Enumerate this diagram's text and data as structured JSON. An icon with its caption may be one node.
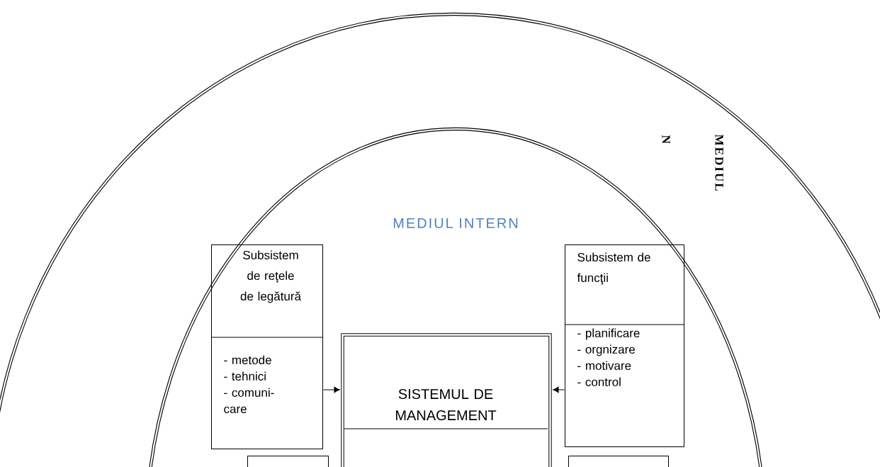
{
  "diagram": {
    "nodes": [
      {
        "text": [
          "MEDIUL",
          "N"
        ]
      },
      {
        "text": [
          "MEDIUL INTERN"
        ],
        "in": 0
      },
      {
        "text": [
          "Subsistem de reţele de legătură",
          "- metode",
          "- tehnici",
          "- comuni- care"
        ],
        "in": 1
      },
      {
        "text": [
          "SISTEMUL DE MANAGEMENT"
        ],
        "in": 1
      },
      {
        "text": [
          "Subsistem de funcţii",
          "- planificare",
          "- orgnizare",
          "- motivare",
          "- control"
        ],
        "in": 1
      },
      {
        "text": [],
        "shape": "box",
        "in": 1
      },
      {
        "text": [],
        "shape": "box",
        "in": 1
      }
    ],
    "edges": [
      {
        "from": 2,
        "to": 3,
        "arrow": "to"
      },
      {
        "from": 4,
        "to": 3,
        "arrow": "to"
      }
    ]
  }
}
